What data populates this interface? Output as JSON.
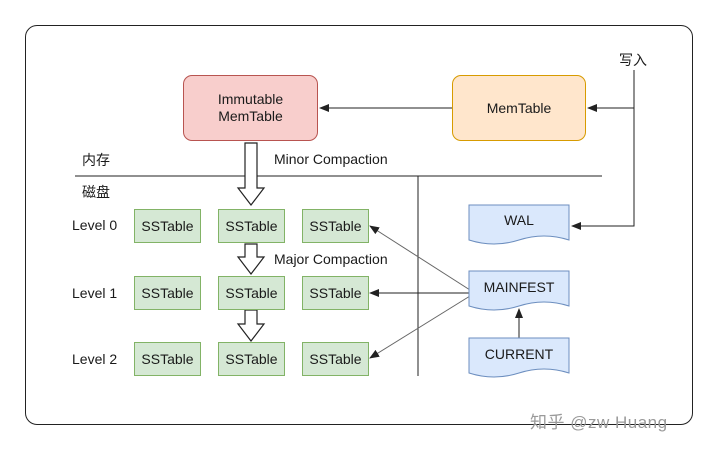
{
  "write_label": "写入",
  "memory_label": "内存",
  "disk_label": "磁盘",
  "immutable_memtable": "Immutable\nMemTable",
  "memtable": "MemTable",
  "minor_compaction": "Minor Compaction",
  "major_compaction": "Major Compaction",
  "levels": [
    {
      "label": "Level 0",
      "sstables": [
        "SSTable",
        "SSTable",
        "SSTable"
      ]
    },
    {
      "label": "Level 1",
      "sstables": [
        "SSTable",
        "SSTable",
        "SSTable"
      ]
    },
    {
      "label": "Level 2",
      "sstables": [
        "SSTable",
        "SSTable",
        "SSTable"
      ]
    }
  ],
  "wal": "WAL",
  "manifest": "MAINFEST",
  "current": "CURRENT",
  "watermark": "知乎 @zw Huang",
  "colors": {
    "immutable_fill": "#f8cecc",
    "immutable_stroke": "#b85450",
    "memtable_fill": "#ffe6cc",
    "memtable_stroke": "#d79b00",
    "sstable_fill": "#d5e8d4",
    "sstable_stroke": "#82b366",
    "doc_fill": "#dae8fc",
    "doc_stroke": "#6c8ebf"
  }
}
